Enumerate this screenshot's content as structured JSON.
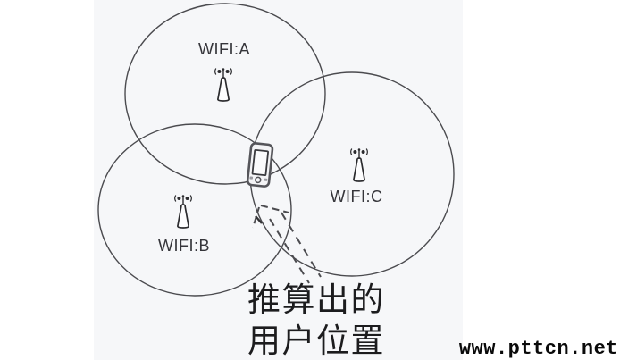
{
  "diagram": {
    "networks": [
      {
        "id": "A",
        "label": "WIFI:A",
        "icon": "antenna-icon"
      },
      {
        "id": "B",
        "label": "WIFI:B",
        "icon": "antenna-icon"
      },
      {
        "id": "C",
        "label": "WIFI:C",
        "icon": "antenna-icon"
      }
    ],
    "device_icon": "mobile-phone-icon",
    "arrow_icon": "dashed-arrow-icon",
    "annotation": {
      "line1": "推算出的",
      "line2": "用户位置"
    }
  },
  "watermark": "www.pttcn.net",
  "colors": {
    "background": "#ffffff",
    "band": "#f6f7f9",
    "line": "#4b4b4f",
    "icon_line": "#2b2b2e",
    "label_text": "#35353a",
    "annotation_text": "#1c1c1e",
    "watermark_text": "#0a0a0a",
    "device_fill": "#f4f4f6"
  }
}
